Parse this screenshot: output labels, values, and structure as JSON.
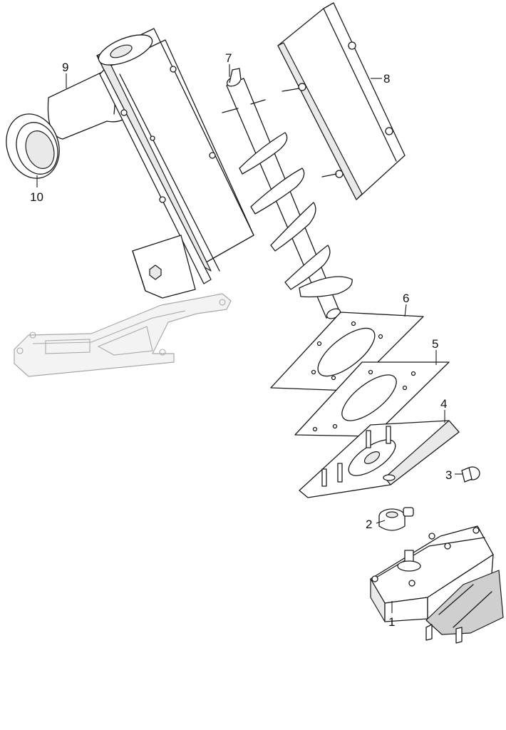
{
  "callouts": [
    {
      "id": "p1",
      "label": "1"
    },
    {
      "id": "p2",
      "label": "2"
    },
    {
      "id": "p3",
      "label": "3"
    },
    {
      "id": "p4",
      "label": "4"
    },
    {
      "id": "p5",
      "label": "5"
    },
    {
      "id": "p6",
      "label": "6"
    },
    {
      "id": "p7",
      "label": "7"
    },
    {
      "id": "p8",
      "label": "8"
    },
    {
      "id": "p9",
      "label": "9"
    },
    {
      "id": "p10",
      "label": "10"
    }
  ]
}
